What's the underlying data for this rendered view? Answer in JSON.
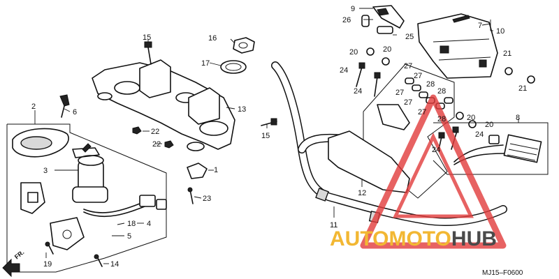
{
  "diagram_code": "MJ15–F0600",
  "front_marker": "FR.",
  "watermark": {
    "part1": "AUTO",
    "part2": "MOTO",
    "part3": "HUB",
    "accent": "#f2b733",
    "dark": "#4a4a4a",
    "triangle": "#e23b3b"
  },
  "callouts": {
    "c1": "1",
    "c2": "2",
    "c3": "3",
    "c4": "4",
    "c5": "5",
    "c6": "6",
    "c7": "7",
    "c8": "8",
    "c9": "9",
    "c10": "10",
    "c11": "11",
    "c12": "12",
    "c13": "13",
    "c14": "14",
    "c15a": "15",
    "c15b": "15",
    "c16": "16",
    "c17": "17",
    "c18": "18",
    "c19": "19",
    "c20a": "20",
    "c20b": "20",
    "c20c": "20",
    "c20d": "20",
    "c21a": "21",
    "c21b": "21",
    "c22a": "22",
    "c22b": "22",
    "c23": "23",
    "c24a": "24",
    "c24b": "24",
    "c24c": "24",
    "c24d": "24",
    "c25": "25",
    "c26": "26",
    "c27a": "27",
    "c27b": "27",
    "c27c": "27",
    "c27d": "27",
    "c27e": "27",
    "c28a": "28",
    "c28b": "28",
    "c28c": "28"
  }
}
